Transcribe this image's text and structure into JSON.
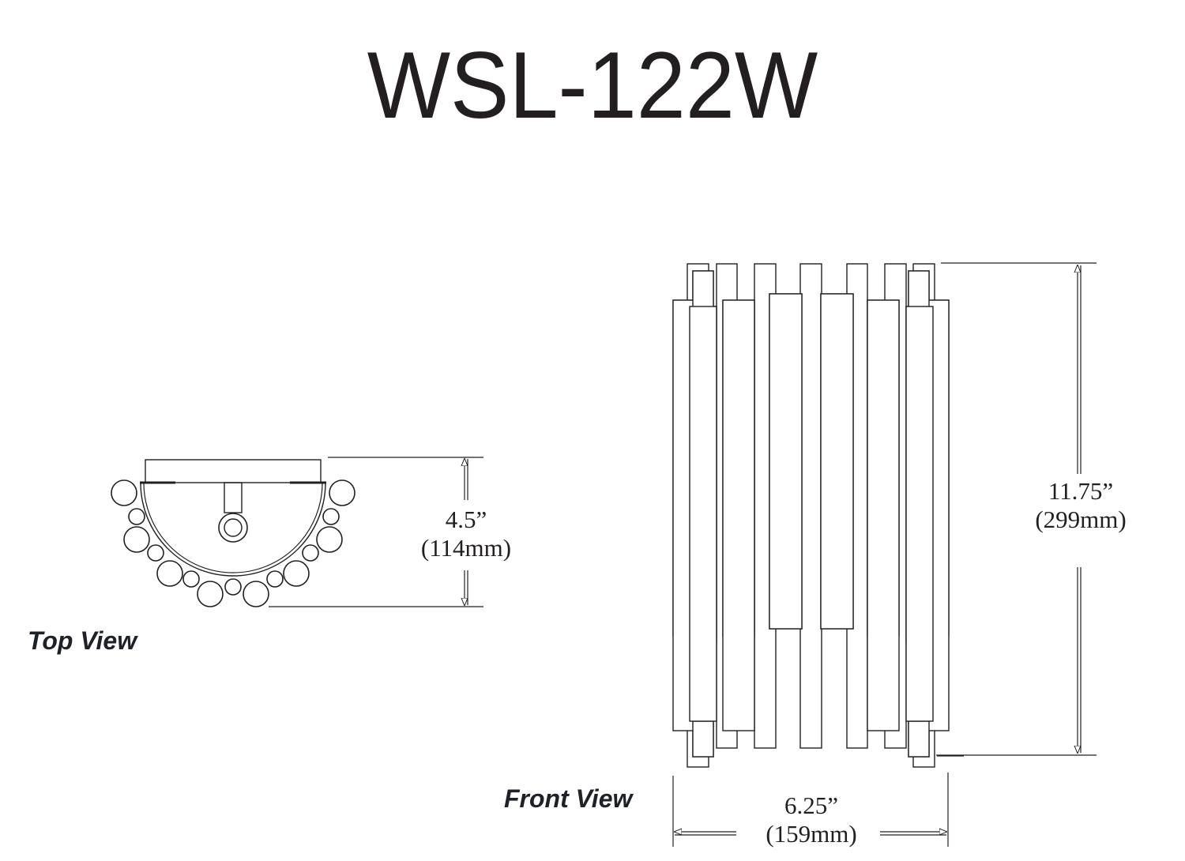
{
  "title": "WSL-122W",
  "views": {
    "top": {
      "label": "Top View",
      "dimension": {
        "imperial": "4.5”",
        "metric": "(114mm)"
      }
    },
    "front": {
      "label": "Front View",
      "height_dimension": {
        "imperial": "11.75”",
        "metric": "(299mm)"
      },
      "width_dimension": {
        "imperial": "6.25”",
        "metric": "(159mm)"
      }
    }
  },
  "colors": {
    "line": "#231f20",
    "background": "#ffffff"
  }
}
